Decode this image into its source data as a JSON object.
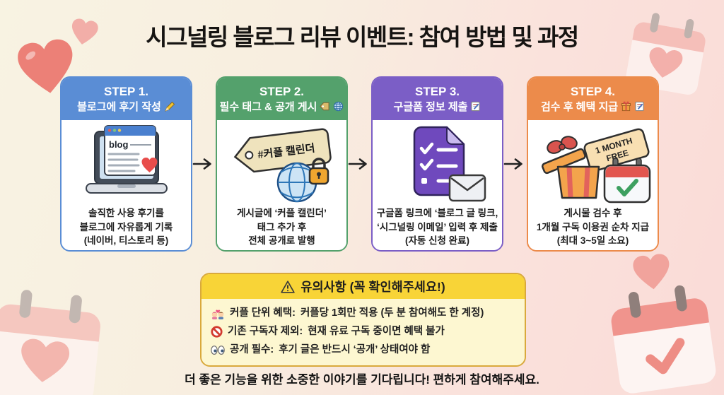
{
  "title": "시그널링 블로그 리뷰 이벤트: 참여 방법 및 과정",
  "steps": [
    {
      "step_label": "STEP 1.",
      "subtitle": "블로그에 후기 작성",
      "header_icons": [
        "writing-hand"
      ],
      "color": "#5a8dd5",
      "lines": [
        "솔직한 사용 후기를",
        "블로그에 자유롭게 기록",
        "(네이버, 티스토리 등)"
      ],
      "illustration": {
        "screen_label": "blog"
      }
    },
    {
      "step_label": "STEP 2.",
      "subtitle": "필수 태그 & 공개 게시",
      "header_icons": [
        "tag",
        "globe"
      ],
      "color": "#54a16c",
      "lines": [
        "게시글에 ‘커플 캘린더’",
        "태그 추가 후",
        "전체 공개로 발행"
      ],
      "illustration": {
        "tag_label": "#커플 캘린더"
      }
    },
    {
      "step_label": "STEP 3.",
      "subtitle": "구글폼 정보 제출",
      "header_icons": [
        "memo"
      ],
      "color": "#7b5ec6",
      "lines": [
        "구글폼 링크에 ‘블로그 글 링크,",
        "‘시그널링 이메일’ 입력 후 제출",
        "(자동 신청 완료)"
      ],
      "illustration": {}
    },
    {
      "step_label": "STEP 4.",
      "subtitle": "검수 후 혜택 지급",
      "header_icons": [
        "gift",
        "memo"
      ],
      "color": "#ec8b4b",
      "lines": [
        "게시물 검수 후",
        "1개월 구독 이용권 순차 지급",
        "(최대 3~5일 소요)"
      ],
      "illustration": {
        "ticket_line1": "1 MONTH",
        "ticket_line2": "FREE"
      }
    }
  ],
  "notice": {
    "title": "유의사항 (꼭 확인해주세요!)",
    "header_icon": "warning",
    "items": [
      {
        "icon": "couple",
        "bold": "커플 단위 혜택:",
        "text": "커플당 1회만 적용 (두 분 참여해도 한 계정)"
      },
      {
        "icon": "prohibited",
        "bold": "기존 구독자 제외:",
        "text": "현재 유료 구독 중이면 혜택 불가"
      },
      {
        "icon": "eyes",
        "bold": "공개 필수:",
        "text": "후기 글은 반드시 ‘공개’ 상태여야 함"
      }
    ]
  },
  "footer": "더 좋은 기능을 위한 소중한 이야기를 기다립니다! 편하게 참여해주세요.",
  "colors": {
    "step1": "#5a8dd5",
    "step2": "#54a16c",
    "step3": "#7b5ec6",
    "step4": "#ec8b4b",
    "notice_header": "#f8d437",
    "notice_body": "#fdf7d1",
    "notice_border": "#d9a93c",
    "bg_left": "#f8f3e2",
    "bg_right": "#fadbd7",
    "heart": "#ec8077"
  }
}
